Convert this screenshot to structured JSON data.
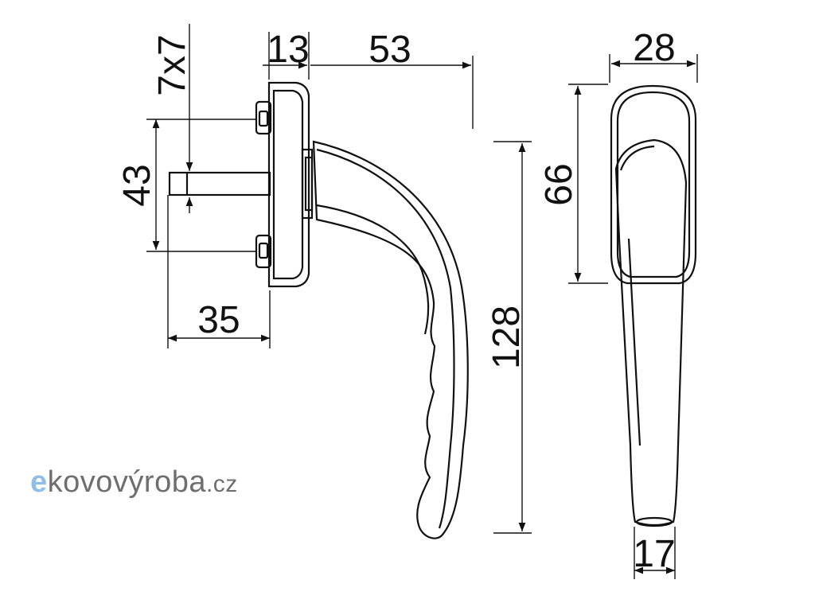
{
  "dimensions": {
    "square_spindle": "7x7",
    "rosette_thickness": "13",
    "handle_reach": "53",
    "screw_spacing": "43",
    "spindle_length": "35",
    "handle_length": "128",
    "rosette_width": "28",
    "rosette_height": "66",
    "handle_tip_width": "17"
  },
  "logo": {
    "letter_e": "e",
    "name": "kovovýroba",
    "tld": ".cz"
  },
  "colors": {
    "line": "#111111",
    "logo_accent": "#8fbfe6",
    "logo_text": "#6e6e6e"
  }
}
